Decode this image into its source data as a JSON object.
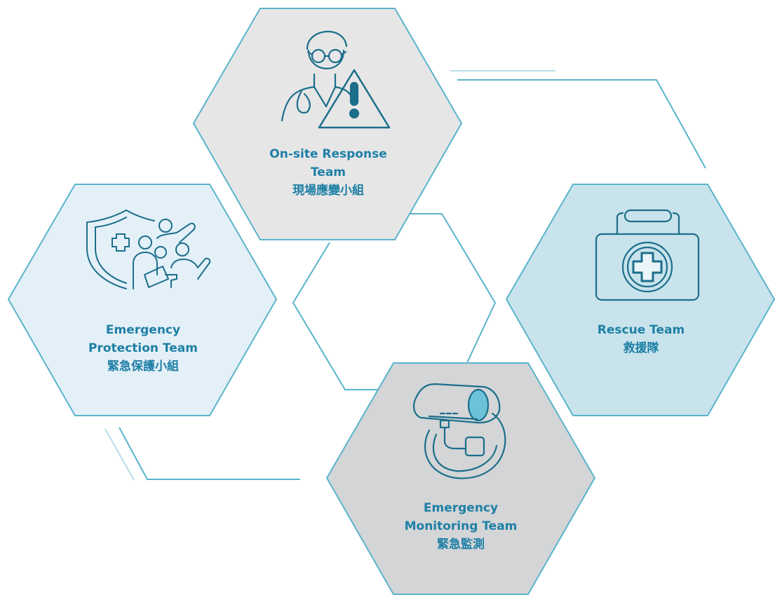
{
  "teams": {
    "onsite": {
      "line1": "On-site Response",
      "line2": "Team",
      "line3": "現場應變小組",
      "icon": "doctor-warning-icon"
    },
    "protection": {
      "line1": "Emergency",
      "line2": "Protection Team",
      "line3": "緊急保護小組",
      "icon": "shield-people-icon"
    },
    "rescue": {
      "line1": "Rescue Team",
      "line2": "救援隊",
      "icon": "first-aid-kit-icon"
    },
    "monitoring": {
      "line1": "Emergency",
      "line2": "Monitoring Team",
      "line3": "緊急監測",
      "icon": "security-camera-icon"
    }
  },
  "colors": {
    "stroke": "#5ab4cb",
    "text": "#1e7fa5",
    "icon": "#1b6e8a",
    "onsite_fill": "#e6e6e7",
    "protection_fill": "#e4f0f8",
    "rescue_fill": "#c8e3ec",
    "monitoring_fill": "#d3d5d7"
  }
}
